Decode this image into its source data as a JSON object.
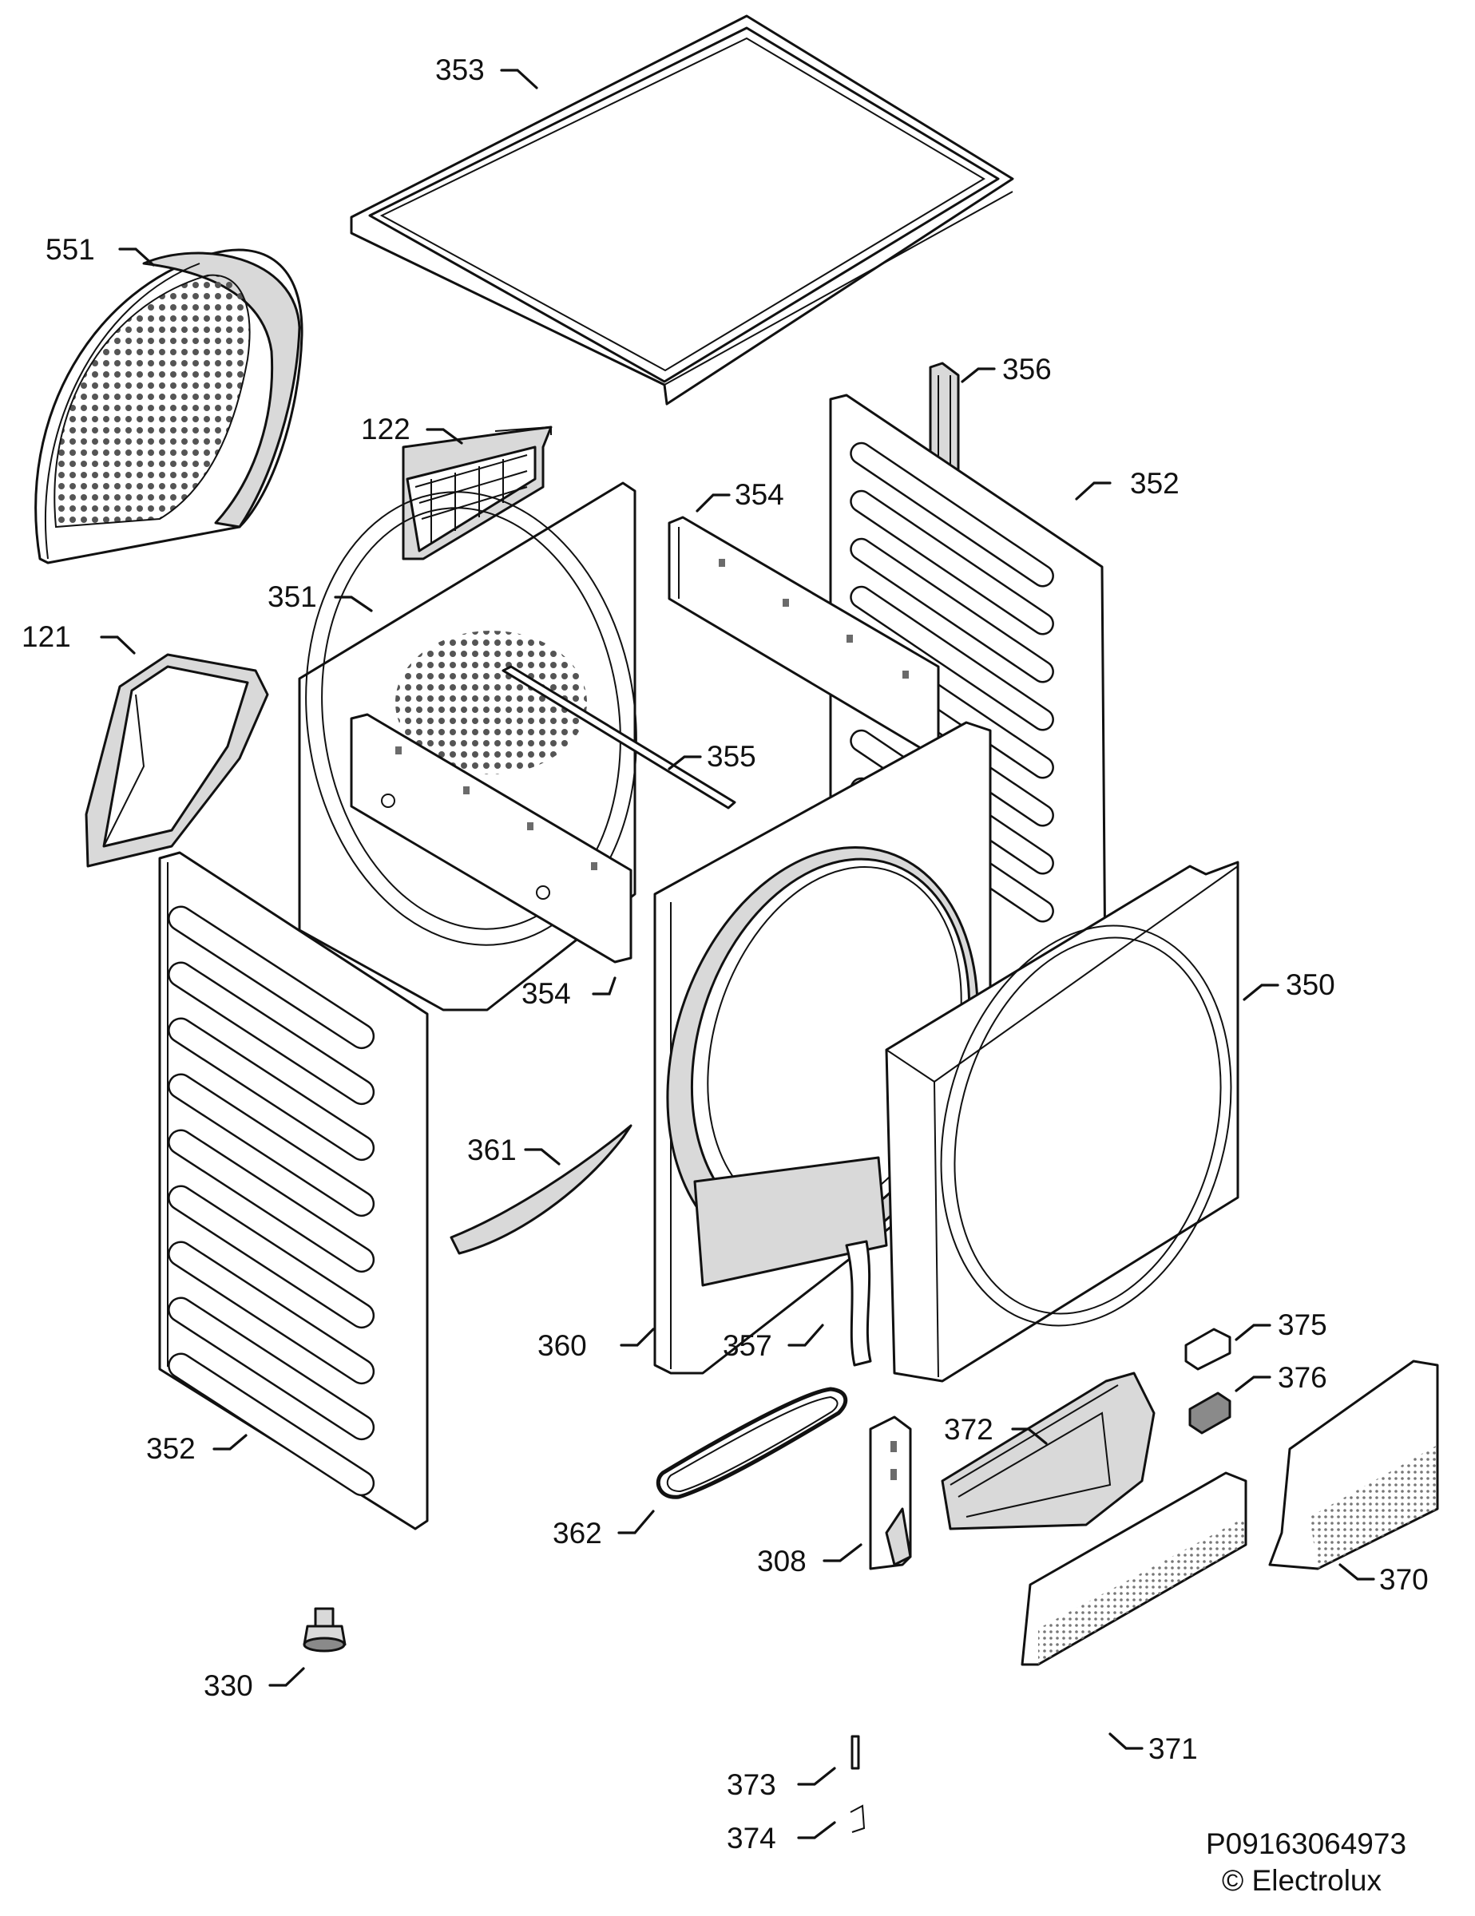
{
  "labels": {
    "p353": "353",
    "p551": "551",
    "p356": "356",
    "p122": "122",
    "p352_top": "352",
    "p354_top": "354",
    "p351": "351",
    "p121": "121",
    "p355": "355",
    "p354_bottom": "354",
    "p350": "350",
    "p361": "361",
    "p360": "360",
    "p357": "357",
    "p375": "375",
    "p376": "376",
    "p352_bottom": "352",
    "p372": "372",
    "p362": "362",
    "p308": "308",
    "p370": "370",
    "p330": "330",
    "p371": "371",
    "p373": "373",
    "p374": "374"
  },
  "footer": {
    "code": "P09163064973",
    "copyright": "© Electrolux"
  }
}
